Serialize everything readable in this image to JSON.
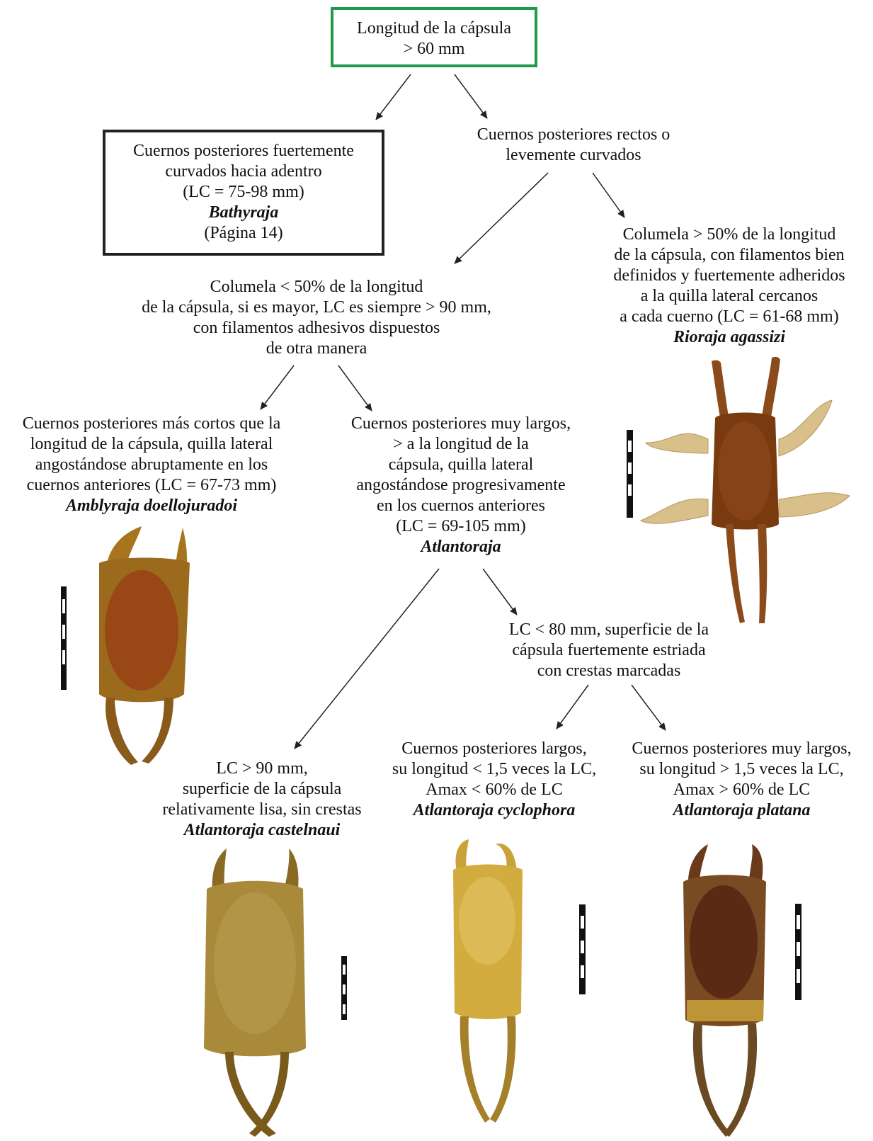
{
  "colors": {
    "root_border": "#1e9a4a",
    "box_border": "#222222",
    "arrow": "#222222",
    "egg_brown": "#7a3a10",
    "egg_olive": "#8a6a22",
    "egg_yellow": "#c9a23a",
    "egg_dark": "#5a2a14"
  },
  "root": {
    "lines": [
      "Longitud de la cápsula",
      "> 60 mm"
    ]
  },
  "bathyraja": {
    "lines": [
      "Cuernos posteriores fuertemente",
      "curvados hacia adentro",
      "(LC = 75-98 mm)"
    ],
    "taxon": "Bathyraja",
    "page_ref": "(Página 14)"
  },
  "straight": {
    "lines": [
      "Cuernos posteriores rectos o",
      "levemente curvados"
    ]
  },
  "rioraja": {
    "lines": [
      "Columela > 50% de la longitud",
      "de la cápsula, con filamentos bien",
      "definidos y fuertemente adheridos",
      "a la quilla lateral cercanos",
      "a cada cuerno (LC = 61-68 mm)"
    ],
    "taxon": "Rioraja agassizi",
    "image_icon": "rioraja-egg-capsule"
  },
  "columela_short": {
    "lines": [
      "Columela < 50% de la longitud",
      "de la cápsula, si es mayor, LC es siempre > 90 mm,",
      "con filamentos adhesivos dispuestos",
      "de otra manera"
    ]
  },
  "amblyraja": {
    "lines": [
      "Cuernos posteriores más cortos que la",
      "longitud de la cápsula, quilla lateral",
      "angostándose abruptamente en los",
      "cuernos anteriores (LC = 67-73 mm)"
    ],
    "taxon": "Amblyraja doellojuradoi",
    "image_icon": "amblyraja-egg-capsule"
  },
  "atlantoraja": {
    "lines": [
      "Cuernos posteriores muy largos,",
      "> a la longitud de la",
      "cápsula, quilla lateral",
      "angostándose progresivamente",
      "en los cuernos anteriores",
      "(LC = 69-105 mm)"
    ],
    "taxon": "Atlantoraja"
  },
  "striated": {
    "lines": [
      "LC < 80 mm, superficie de la",
      "cápsula fuertemente estriada",
      "con crestas marcadas"
    ]
  },
  "castelnaui": {
    "lines": [
      "LC > 90 mm,",
      "superficie de la cápsula",
      "relativamente lisa, sin crestas"
    ],
    "taxon": "Atlantoraja castelnaui",
    "image_icon": "castelnaui-egg-capsule"
  },
  "cyclophora": {
    "lines": [
      "Cuernos posteriores largos,",
      "su longitud < 1,5 veces la LC,",
      "Amax < 60% de LC"
    ],
    "taxon": "Atlantoraja cyclophora",
    "image_icon": "cyclophora-egg-capsule"
  },
  "platana": {
    "lines": [
      "Cuernos posteriores muy largos,",
      "su longitud > 1,5 veces la LC,",
      "Amax > 60% de LC"
    ],
    "taxon": "Atlantoraja platana",
    "image_icon": "platana-egg-capsule"
  }
}
